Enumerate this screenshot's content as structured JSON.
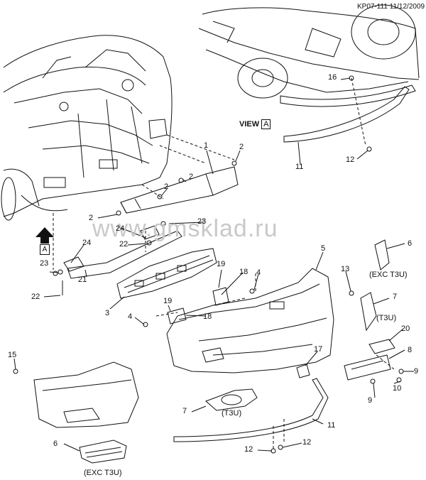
{
  "header": {
    "ref": "KP07-111 11/12/2009"
  },
  "watermark": "www.gmsklad.ru",
  "view": {
    "label": "VIEW",
    "tag": "A"
  },
  "arrow_tag": "A",
  "callouts": {
    "c1": "1",
    "c2a": "2",
    "c2b": "2",
    "c2c": "2",
    "c2d": "2",
    "c3": "3",
    "c4a": "4",
    "c4b": "4",
    "c5": "5",
    "c6a": "6",
    "c6b": "6",
    "c7a": "7",
    "c7b": "7",
    "c8": "8",
    "c9a": "9",
    "c9b": "9",
    "c10": "10",
    "c11a": "11",
    "c11b": "11",
    "c12a": "12",
    "c12b": "12",
    "c12c": "12",
    "c13": "13",
    "c15": "15",
    "c16": "16",
    "c17": "17",
    "c18a": "18",
    "c18b": "18",
    "c19a": "19",
    "c19b": "19",
    "c20": "20",
    "c21": "21",
    "c22a": "22",
    "c22b": "22",
    "c23a": "23",
    "c23b": "23",
    "c24a": "24",
    "c24b": "24"
  },
  "notes": {
    "exc_t3u_a": "(EXC T3U)",
    "t3u_a": "(T3U)",
    "t3u_b": "(T3U)",
    "exc_t3u_b": "(EXC T3U)"
  }
}
